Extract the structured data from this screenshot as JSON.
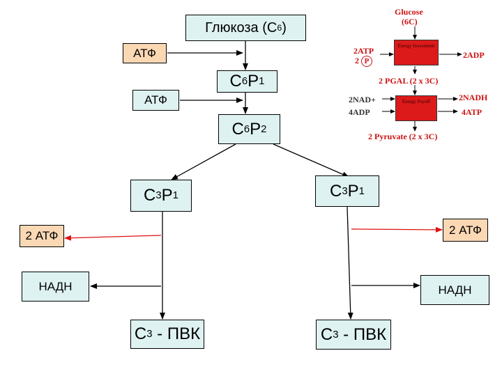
{
  "main": {
    "glucose": {
      "text": "Глюкоза (С",
      "sub": "6",
      "close": ")"
    },
    "atp1": "АТФ",
    "atp2": "АТФ",
    "c6p1": {
      "c": "С",
      "cs": "6",
      "p": "Р",
      "ps": "1"
    },
    "c6p2": {
      "c": "С",
      "cs": "6",
      "p": "Р",
      "ps": "2"
    },
    "c3p1_left": {
      "c": "С",
      "cs": "3",
      "p": "Р",
      "ps": "1"
    },
    "c3p1_right": {
      "c": "С",
      "cs": "3",
      "p": "Р",
      "ps": "1"
    },
    "atp_left": "2 АТФ",
    "atp_right": "2 АТФ",
    "nadh_left": "НАДН",
    "nadh_right": "НАДН",
    "pvk_left": {
      "c": "С",
      "cs": "3",
      "rest": " - ПВК"
    },
    "pvk_right": {
      "c": "С",
      "cs": "3",
      "rest": " - ПВК"
    }
  },
  "inset": {
    "glucose": "Glucose",
    "glucose_c": "(6C)",
    "atp_in": "2ATP",
    "p_prefix": "2",
    "p_circle": "P",
    "energy_investment": "Energy Investment",
    "adp_out": "2ADP",
    "pgal": "2 PGAL (2 x 3C)",
    "nad_in": "2NAD+",
    "adp_in": "4ADP",
    "energy_payoff": "Energy Payoff",
    "nadh_out": "2NADH",
    "atp_out": "4ATP",
    "pyruvate": "2 Pyruvate (2 x 3C)"
  },
  "colors": {
    "teal": "#dff2f2",
    "peach": "#fbd8b4",
    "red_arrow": "#dd1111",
    "inset_red": "#dd1a1a"
  }
}
